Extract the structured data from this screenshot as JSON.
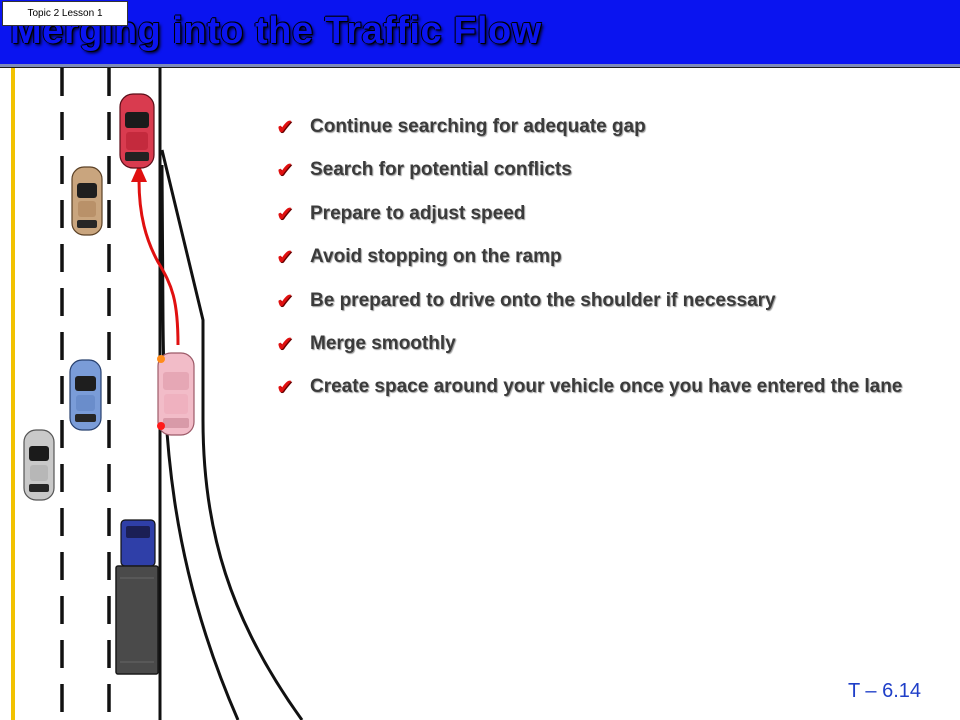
{
  "header": {
    "badge": "Topic 2 Lesson 1",
    "title": "Merging into the Traffic Flow"
  },
  "bullets": [
    "Continue searching for adequate gap",
    "Search for potential conflicts",
    "Prepare to adjust speed",
    "Avoid stopping on the ramp",
    "Be prepared to drive onto the shoulder if necessary",
    "Merge smoothly",
    "Create space around your vehicle once you have entered the lane"
  ],
  "icons": {
    "bullet": "checkmark-icon"
  },
  "colors": {
    "header": "#0a14f0",
    "check": "#e01010",
    "merge_path": "#e01010",
    "slide_number": "#1f3fc8"
  },
  "footer": {
    "slide_number": "T – 6.14"
  }
}
